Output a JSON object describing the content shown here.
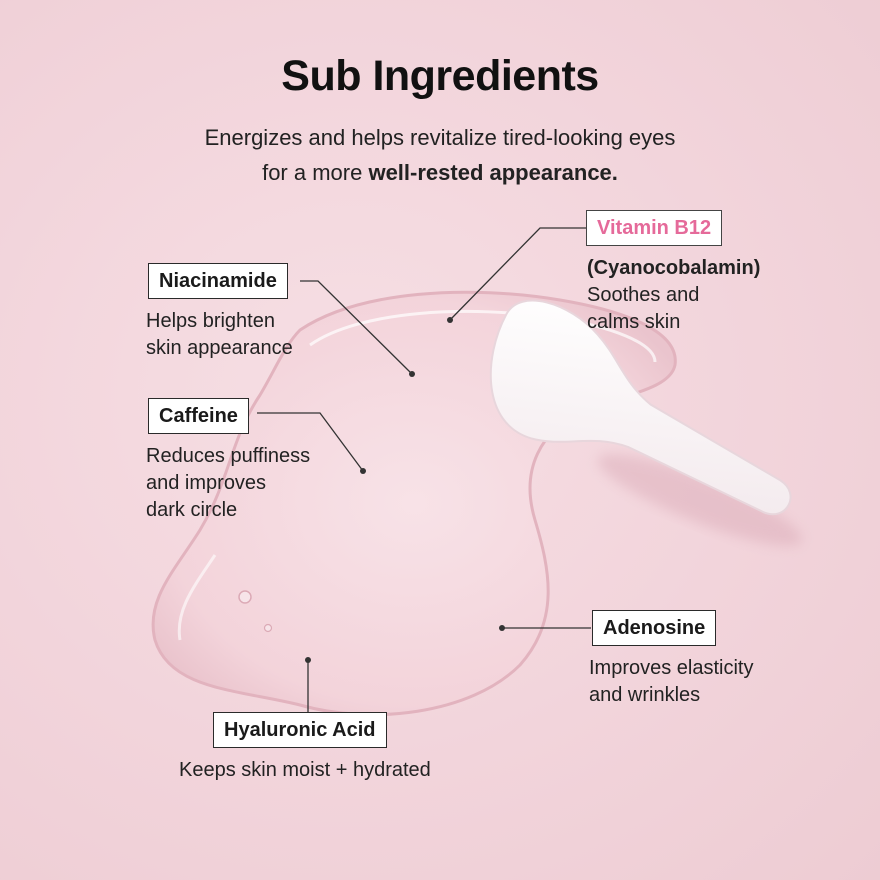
{
  "header": {
    "title": "Sub Ingredients",
    "subtitle_line1": "Energizes and helps revitalize tired-looking eyes",
    "subtitle_line2_plain": "for a more ",
    "subtitle_line2_bold": "well-rested appearance."
  },
  "ingredients": {
    "vitamin_b12": {
      "name": "Vitamin B12",
      "subname": "(Cyanocobalamin)",
      "desc_line1": "Soothes and",
      "desc_line2": "calms skin"
    },
    "niacinamide": {
      "name": "Niacinamide",
      "desc_line1": "Helps brighten",
      "desc_line2": "skin appearance"
    },
    "caffeine": {
      "name": "Caffeine",
      "desc_line1": "Reduces puffiness",
      "desc_line2": "and improves",
      "desc_line3": "dark circle"
    },
    "adenosine": {
      "name": "Adenosine",
      "desc_line1": "Improves elasticity",
      "desc_line2": "and wrinkles"
    },
    "hyaluronic_acid": {
      "name": "Hyaluronic Acid",
      "desc_line1": "Keeps skin moist + hydrated"
    }
  },
  "colors": {
    "background": "#f2d4db",
    "accent_pink": "#e56a9a",
    "text": "#1a1a1a"
  }
}
